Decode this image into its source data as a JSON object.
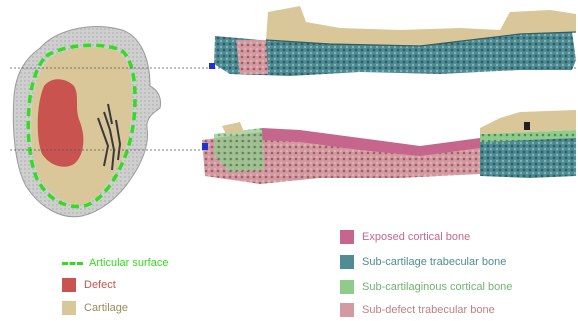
{
  "colors": {
    "articular_surface": "#33dd1e",
    "defect": "#c8534f",
    "cartilage": "#d9c79a",
    "exposed_cortical_bone": "#c7668c",
    "sub_cartilage_trabecular_bone": "#4f8c93",
    "sub_cartilaginous_cortical_bone": "#8fcc8c",
    "sub_defect_trabecular_bone": "#d49aa1",
    "bone_grey": "#bfbfbf",
    "reference_line": "#555555"
  },
  "legend_left": [
    {
      "label": "Articular surface",
      "color": "#33dd1e",
      "style": "dashed-line"
    },
    {
      "label": "Defect",
      "color": "#c8534f",
      "style": "swatch"
    },
    {
      "label": "Cartilage",
      "color": "#d9c79a",
      "style": "swatch"
    }
  ],
  "legend_right": [
    {
      "label": "Exposed cortical bone",
      "color": "#c7668c"
    },
    {
      "label": "Sub-cartilage trabecular bone",
      "color": "#4f8c93"
    },
    {
      "label": "Sub-cartilaginous cortical bone",
      "color": "#8fcc8c"
    },
    {
      "label": "Sub-defect trabecular bone",
      "color": "#d49aa1"
    }
  ]
}
